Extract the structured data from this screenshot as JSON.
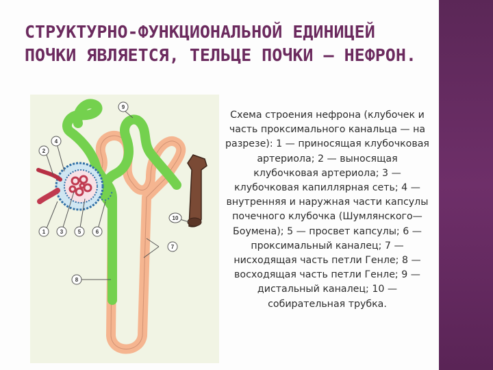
{
  "slide": {
    "title": "СТРУКТУРНО-ФУНКЦИОНАЛЬНОЙ ЕДИНИЦЕЙ ПОЧКИ ЯВЛЯЕТСЯ, ТЕЛЬЦЕ ПОЧКИ – НЕФРОН.",
    "caption": "Схема строения нефрона (клубочек и часть проксимального канальца — на разрезе): 1 — приносящая клубочковая артериола; 2 — выносящая клубочковая артериола; 3 — клубочковая капиллярная сеть; 4 — внутренняя и наружная части капсулы почечного клубочка (Шумлянского—Боумена); 5 — просвет капсулы; 6 — проксимальный каналец; 7 — нисходящая часть петли Генле; 8 — восходящая часть петли Генле; 9 — дистальный каналец; 10 — собирательная трубка."
  },
  "diagram": {
    "labels": [
      "1",
      "2",
      "3",
      "4",
      "5",
      "6",
      "7",
      "8",
      "9",
      "10"
    ],
    "colors": {
      "distal_tubule": "#74d14e",
      "proximal_tubule": "#f5b590",
      "collecting_duct": "#7a4a35",
      "arteriole": "#c03a50",
      "capsule_outline": "#2f6fa7",
      "background": "#f1f4e4"
    }
  }
}
